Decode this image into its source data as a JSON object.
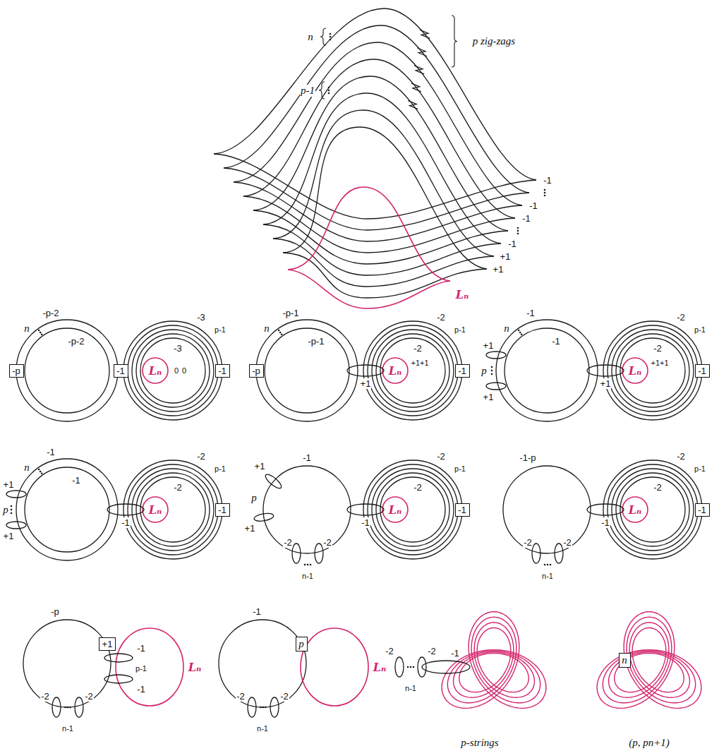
{
  "diagram": {
    "nodes": [
      {
        "text": [
          "-p"
        ]
      },
      {
        "text": [
          "-1"
        ]
      },
      {
        "text": [
          "-1"
        ]
      },
      {
        "text": [
          "-p"
        ]
      },
      {
        "text": [
          "-1"
        ]
      },
      {
        "text": [
          "-1"
        ]
      },
      {
        "text": [
          "-1"
        ]
      },
      {
        "text": [
          "-1"
        ]
      },
      {
        "text": [
          "-1"
        ]
      },
      {
        "text": [
          "+1"
        ]
      },
      {
        "text": [
          "p"
        ]
      },
      {
        "text": [
          "n"
        ]
      }
    ],
    "labels": [
      "n",
      "p-1",
      "p zig-zags",
      "-1",
      "-1",
      "-1",
      "-1",
      "+1",
      "+1",
      "Lₙ",
      "-p-2",
      "n",
      "-p-2",
      "-3",
      "-3",
      "p-1",
      "Lₙ",
      "0",
      "0",
      "-p-1",
      "n",
      "-p-1",
      "+1",
      "-2",
      "-2",
      "p-1",
      "Lₙ",
      "+1+1",
      "-1",
      "n",
      "-1",
      "+1",
      "p",
      "+1",
      "+1",
      "Lₙ",
      "+1+1",
      "-2",
      "-2",
      "p-1",
      "-1",
      "n",
      "-1",
      "+1",
      "p",
      "+1",
      "-1",
      "Lₙ",
      "-2",
      "-2",
      "p-1",
      "+1",
      "-1",
      "p",
      "+1",
      "-2",
      "-2",
      "n-1",
      "-1",
      "Lₙ",
      "-2",
      "-2",
      "p-1",
      "-1-p",
      "-2",
      "-2",
      "n-1",
      "-1",
      "Lₙ",
      "-2",
      "-2",
      "p-1",
      "-p",
      "-1",
      "p-1",
      "-1",
      "-2",
      "-2",
      "n-1",
      "Lₙ",
      "-1",
      "Lₙ",
      "-2",
      "-2",
      "n-1",
      "-1",
      "-2",
      "n-1",
      "-2",
      "p-strings",
      "(p, pn+1)"
    ]
  }
}
